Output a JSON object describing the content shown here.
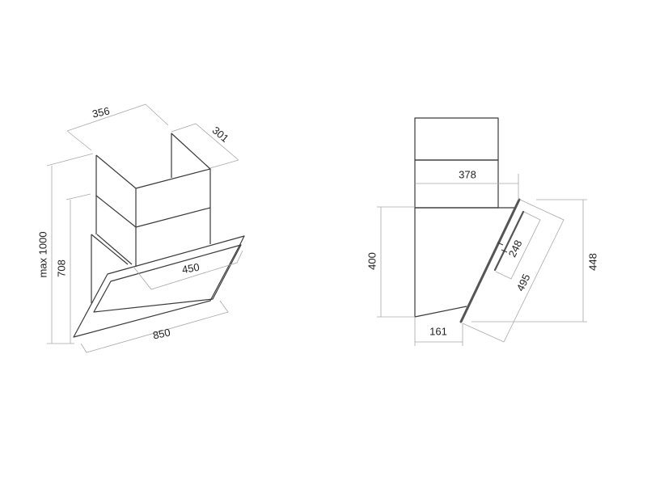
{
  "front_view": {
    "dimensions": {
      "chimney_width": "356",
      "chimney_depth": "301",
      "max_height": "max 1000",
      "min_height": "708",
      "hood_width": "850",
      "glass_width": "450"
    }
  },
  "side_view": {
    "dimensions": {
      "total_depth": "378",
      "body_height": "400",
      "base_depth": "161",
      "handle_length": "248",
      "glass_length": "495",
      "glass_height": "448"
    }
  },
  "colors": {
    "line": "#3a3a3a",
    "dimension_line": "#a8a8a8",
    "text": "#222222"
  }
}
